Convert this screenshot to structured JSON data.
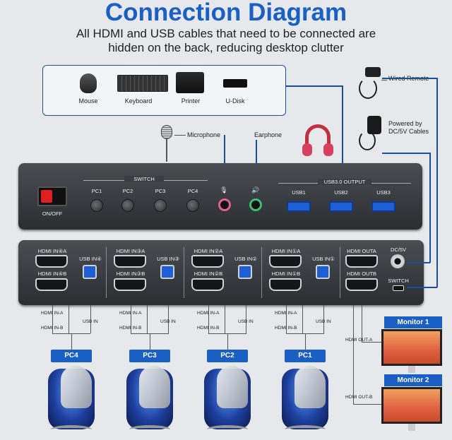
{
  "title": "Connection Diagram",
  "subtitle_line1": "All HDMI and USB cables that need to be connected are",
  "subtitle_line2": "hidden on the back, reducing desktop clutter",
  "peripherals": [
    "Mouse",
    "Keyboard",
    "Printer",
    "U-Disk"
  ],
  "wired_remote": "Wired Remote",
  "power_line1": "Powered by",
  "power_line2": "DC/5V Cables",
  "microphone": "Microphone",
  "earphone": "Earphone",
  "front": {
    "switch_label": "SWITCH",
    "pcs": [
      "PC1",
      "PC2",
      "PC3",
      "PC4"
    ],
    "onoff": "ON/OFF",
    "usb_output": "USB3.0 OUTPUT",
    "usb_ports": [
      "USB1",
      "USB2",
      "USB3"
    ],
    "mic_icon": "microphone-icon",
    "speaker_icon": "speaker-icon"
  },
  "back": {
    "groups": [
      {
        "hdmi_a": "HDMI IN④A",
        "hdmi_b": "HDMI IN④B",
        "usb": "USB IN④"
      },
      {
        "hdmi_a": "HDMI IN③A",
        "hdmi_b": "HDMI IN③B",
        "usb": "USB IN③"
      },
      {
        "hdmi_a": "HDMI IN②A",
        "hdmi_b": "HDMI IN②B",
        "usb": "USB IN②"
      },
      {
        "hdmi_a": "HDMI IN①A",
        "hdmi_b": "HDMI IN①B",
        "usb": "USB IN①"
      }
    ],
    "out_a": "HDMI OUTA",
    "out_b": "HDMI OUTB",
    "dc": "DC/5V",
    "switch": "SWITCH"
  },
  "cable": {
    "hdmi_a": "HDMI IN-A",
    "hdmi_b": "HDMI IN-B",
    "usb": "USB IN",
    "out_a": "HDMI OUT-A",
    "out_b": "HDMI OUT-B"
  },
  "pc_labels": [
    "PC4",
    "PC3",
    "PC2",
    "PC1"
  ],
  "monitors": [
    "Monitor 1",
    "Monitor 2"
  ]
}
